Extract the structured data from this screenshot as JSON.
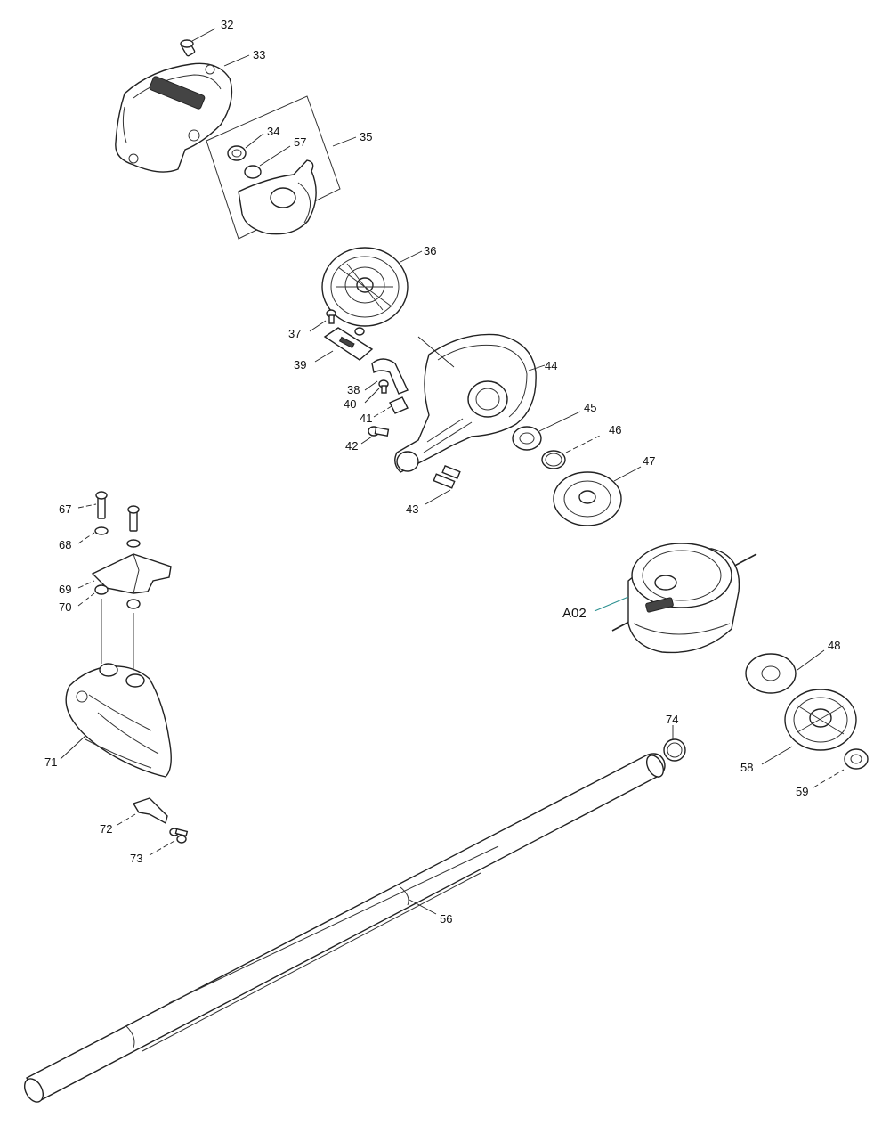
{
  "diagram": {
    "parts": [
      {
        "id": "p32",
        "label": "32"
      },
      {
        "id": "p33",
        "label": "33"
      },
      {
        "id": "p34",
        "label": "34"
      },
      {
        "id": "p57",
        "label": "57"
      },
      {
        "id": "p35",
        "label": "35"
      },
      {
        "id": "p36",
        "label": "36"
      },
      {
        "id": "p37",
        "label": "37"
      },
      {
        "id": "p39",
        "label": "39"
      },
      {
        "id": "p44",
        "label": "44"
      },
      {
        "id": "p38",
        "label": "38"
      },
      {
        "id": "p40",
        "label": "40"
      },
      {
        "id": "p41",
        "label": "41"
      },
      {
        "id": "p42",
        "label": "42"
      },
      {
        "id": "p45",
        "label": "45"
      },
      {
        "id": "p46",
        "label": "46"
      },
      {
        "id": "p47",
        "label": "47"
      },
      {
        "id": "p43",
        "label": "43"
      },
      {
        "id": "p67",
        "label": "67"
      },
      {
        "id": "p68",
        "label": "68"
      },
      {
        "id": "p69",
        "label": "69"
      },
      {
        "id": "p70",
        "label": "70"
      },
      {
        "id": "pA02",
        "label": "A02"
      },
      {
        "id": "p48",
        "label": "48"
      },
      {
        "id": "p71",
        "label": "71"
      },
      {
        "id": "p74",
        "label": "74"
      },
      {
        "id": "p58",
        "label": "58"
      },
      {
        "id": "p59",
        "label": "59"
      },
      {
        "id": "p72",
        "label": "72"
      },
      {
        "id": "p73",
        "label": "73"
      },
      {
        "id": "p56",
        "label": "56"
      }
    ],
    "colors": {
      "line": "#222222",
      "accent_leader": "#2a8f8f",
      "background": "#ffffff"
    }
  }
}
